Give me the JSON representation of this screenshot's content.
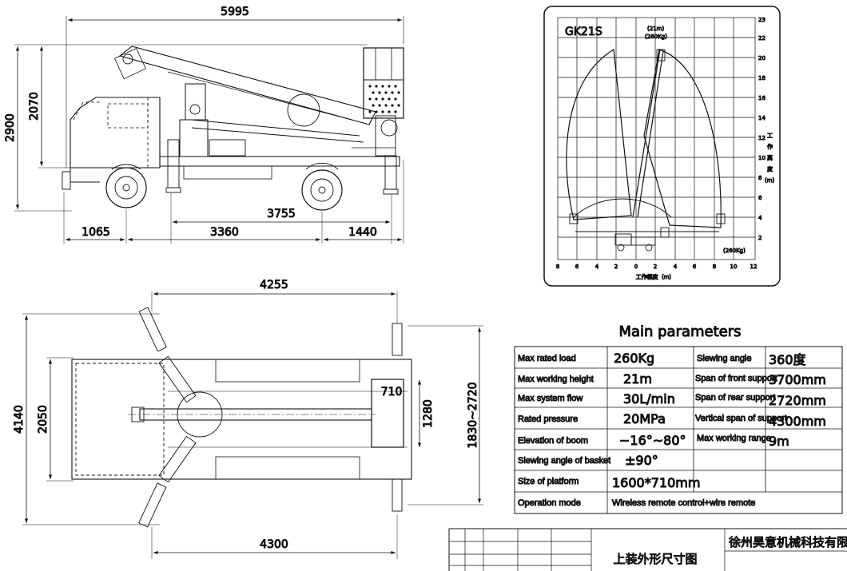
{
  "side_view": {
    "overall_length": "5995",
    "total_height": "2900",
    "boom_height": "2070",
    "front_overhang": "1065",
    "wheelbase": "3360",
    "rear_overhang": "1440",
    "outrigger_span": "3755"
  },
  "top_view": {
    "outrigger_front_span": "4255",
    "outrigger_rear_span": "4300",
    "total_width": "4140",
    "body_width": "2050",
    "outrigger_width": "1830~2720",
    "platform_width": "710",
    "platform_length": "1280"
  },
  "working_range": {
    "model": "GK21S",
    "top_note_line1": "(21m)",
    "top_note_line2": "(260Kg)",
    "bottom_note": "(260Kg)",
    "x_axis_label": "工作幅度（m）",
    "y_axis_label_chars": [
      "工",
      "作",
      "高",
      "度",
      "(m)"
    ],
    "x_ticks": [
      "8",
      "6",
      "4",
      "2",
      "0",
      "2",
      "4",
      "6",
      "8",
      "10",
      "12"
    ],
    "y_ticks": [
      "2",
      "4",
      "6",
      "8",
      "10",
      "12",
      "14",
      "16",
      "18",
      "20",
      "22",
      "23"
    ]
  },
  "parameters": {
    "title": "Main parameters",
    "rows": [
      {
        "l1": "Max rated load",
        "v1": "260Kg",
        "l2": "Slewing angle",
        "v2": "360度"
      },
      {
        "l1": "Max working height",
        "v1": "21m",
        "l2": "Span of front support",
        "v2": "3700mm"
      },
      {
        "l1": "Max system flow",
        "v1": "30L/min",
        "l2": "Span of rear support",
        "v2": "2720mm"
      },
      {
        "l1": "Rated pressure",
        "v1": "20MPa",
        "l2": "Vertical span of support",
        "v2": "4300mm"
      },
      {
        "l1": "Elevation of boom",
        "v1": "−16°~80°",
        "l2": "Max working range",
        "v2": "9m"
      },
      {
        "l1": "Slewing angle of basket",
        "v1": "±90°",
        "l2": "",
        "v2": ""
      },
      {
        "l1": "Size of platform",
        "v1": "1600*710mm",
        "l2": "",
        "v2": ""
      },
      {
        "l1": "Operation mode",
        "v1": "Wireless remote control+wire remote",
        "l2": "",
        "v2": ""
      }
    ]
  },
  "title_block": {
    "drawing_name": "上装外形尺寸图",
    "company": "徐州昊意机械科技有限公司"
  }
}
